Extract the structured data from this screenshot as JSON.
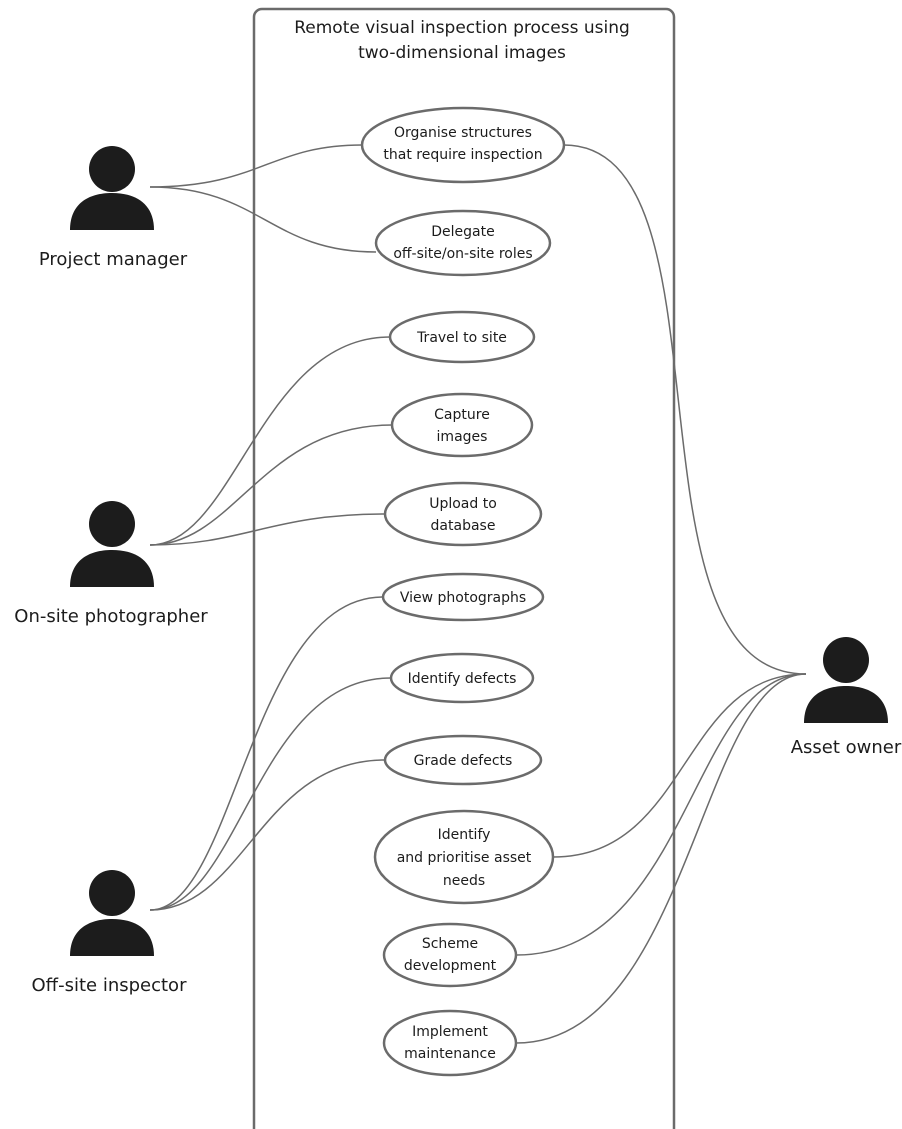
{
  "system": {
    "title_line1": "Remote visual inspection process using",
    "title_line2": "two-dimensional images"
  },
  "actors": {
    "project_manager": "Project manager",
    "onsite_photographer": "On-site photographer",
    "offsite_inspector": "Off-site inspector",
    "asset_owner": "Asset owner"
  },
  "use_cases": {
    "organise_structures": [
      "Organise structures",
      "that require inspection"
    ],
    "delegate_roles": [
      "Delegate",
      "off-site/on-site roles"
    ],
    "travel_to_site": [
      "Travel to site"
    ],
    "capture_images": [
      "Capture",
      "images"
    ],
    "upload_to_database": [
      "Upload to",
      "database"
    ],
    "view_photographs": [
      "View photographs"
    ],
    "identify_defects": [
      "Identify defects"
    ],
    "grade_defects": [
      "Grade defects"
    ],
    "identify_prioritise_needs": [
      "Identify",
      "and prioritise asset",
      "needs"
    ],
    "scheme_development": [
      "Scheme",
      "development"
    ],
    "implement_maintenance": [
      "Implement",
      "maintenance"
    ]
  },
  "colors": {
    "stroke": "#6b6b6b",
    "figure": "#1c1c1c",
    "background": "#ffffff"
  }
}
